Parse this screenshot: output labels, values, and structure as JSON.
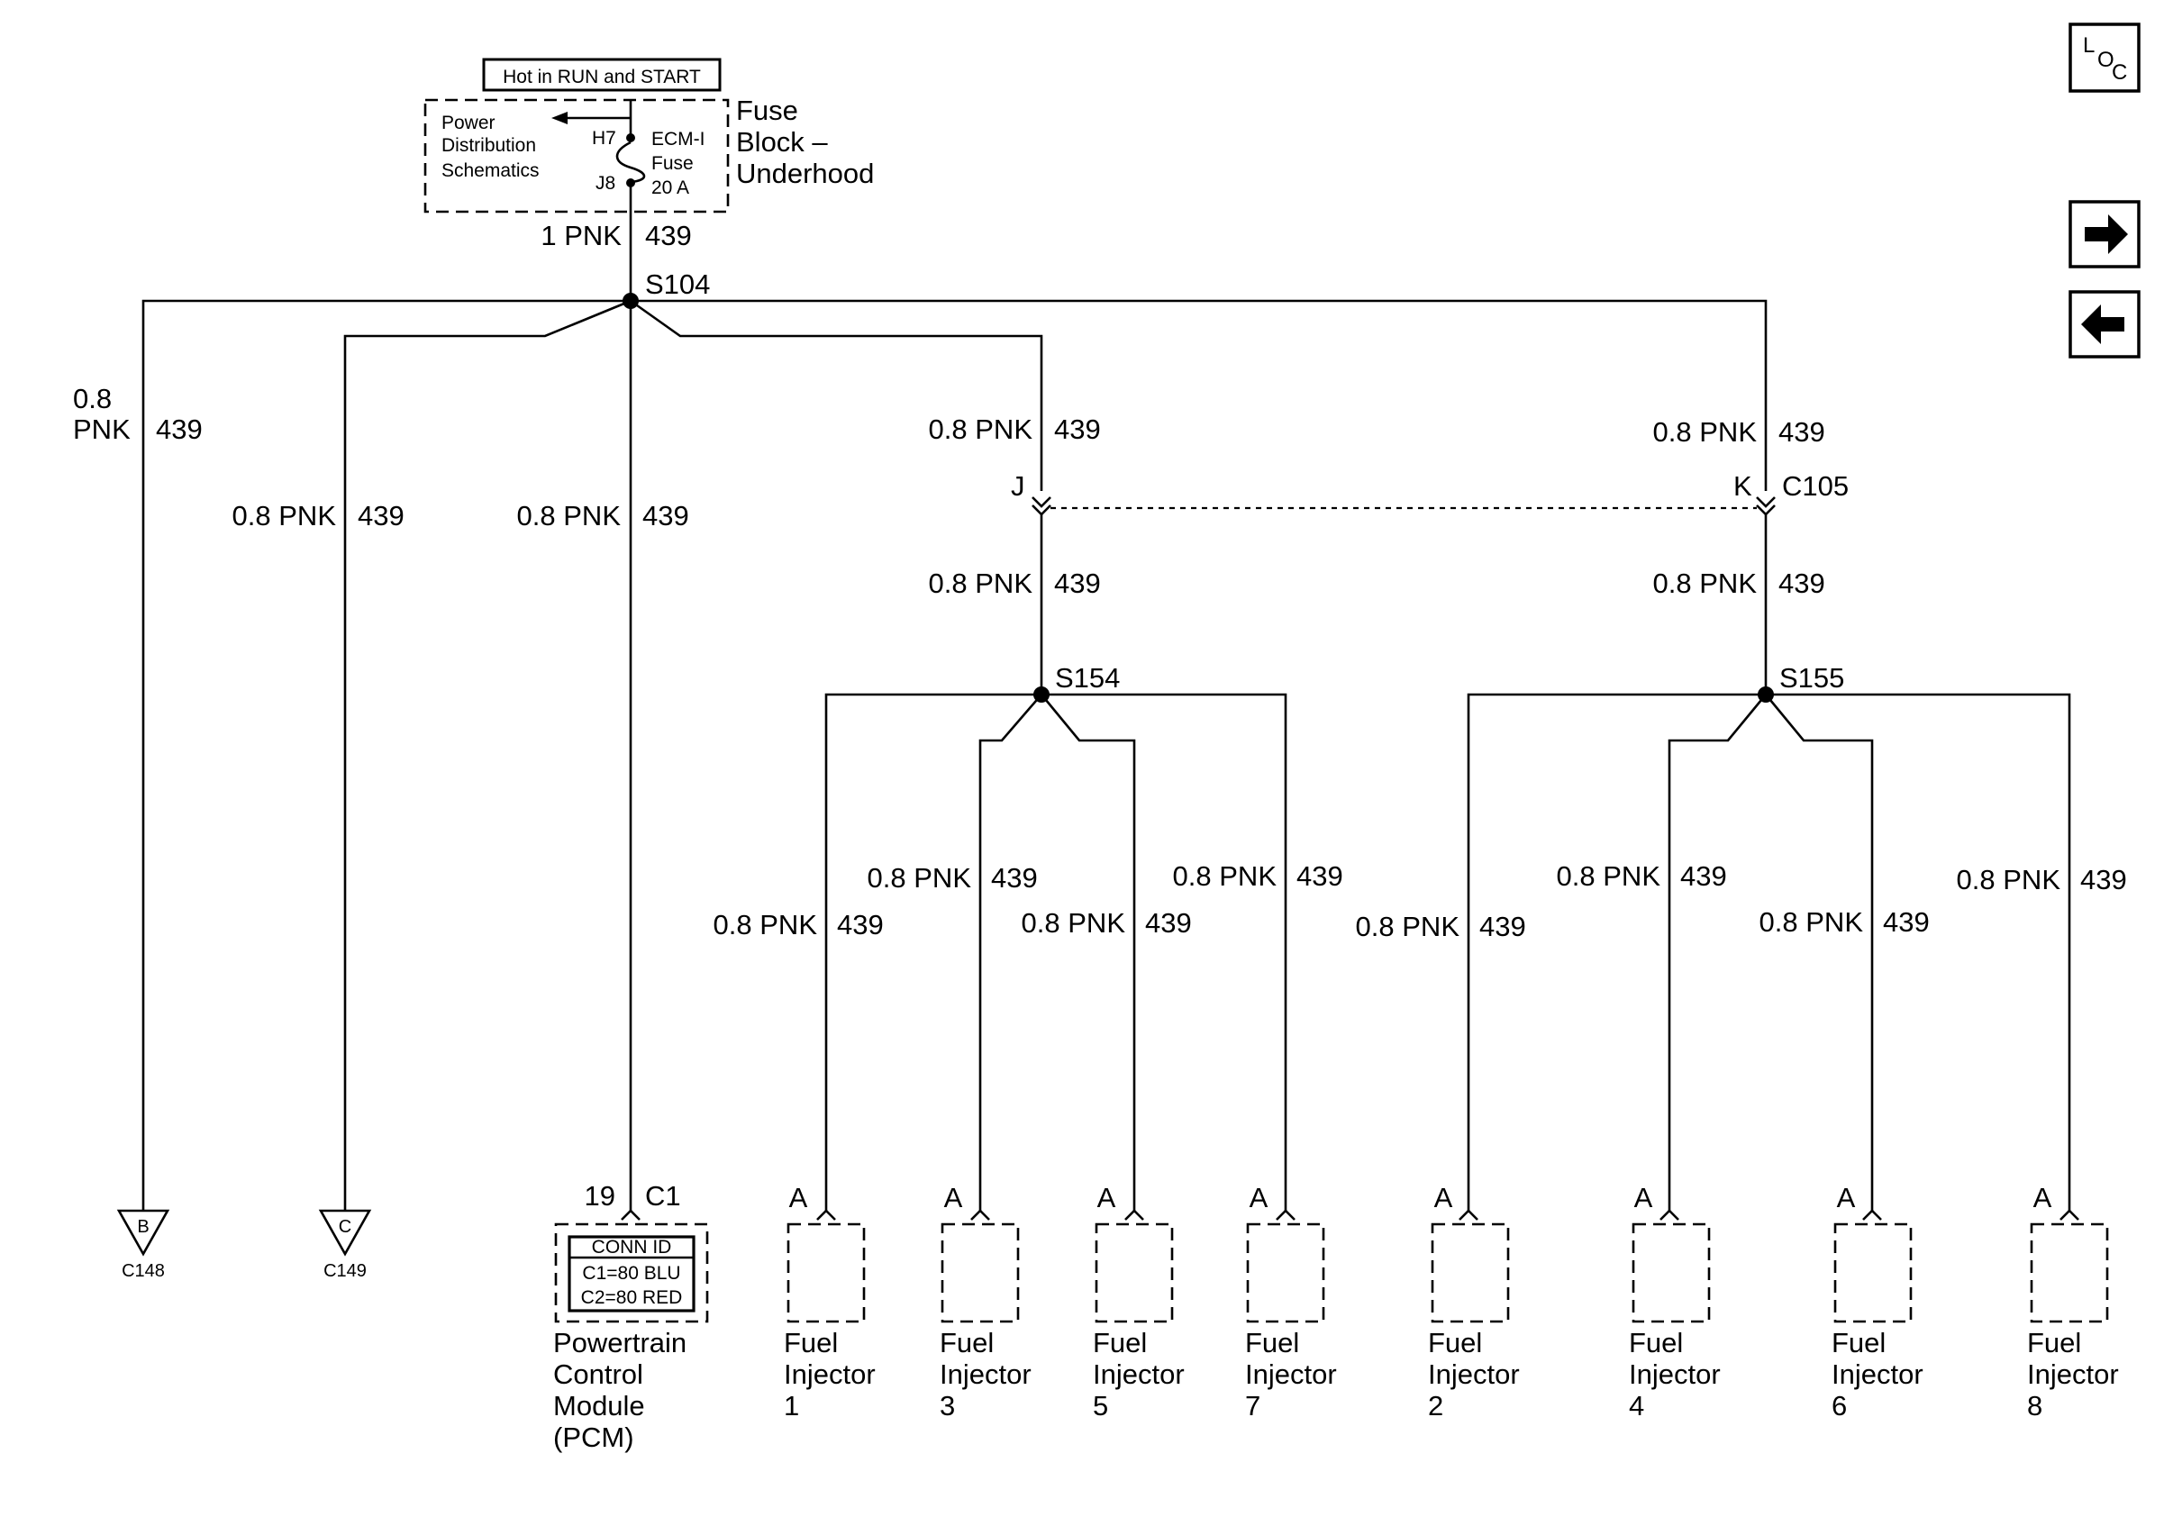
{
  "power": {
    "hot_label": "Hot in RUN and START",
    "schematic_ref": [
      "Power",
      "Distribution",
      "Schematics"
    ],
    "pin_top": "H7",
    "pin_bottom": "J8",
    "fuse_label": [
      "ECM-I",
      "Fuse",
      "20 A"
    ],
    "fuse_block_label": [
      "Fuse",
      "Block –",
      "Underhood"
    ]
  },
  "main_wire": {
    "size_color": "1 PNK",
    "circuit": "439"
  },
  "splices": {
    "s104": "S104",
    "s154": "S154",
    "s155": "S155"
  },
  "connector_c105": {
    "name": "C105",
    "pin_left": "J",
    "pin_right": "K"
  },
  "wire_labels": {
    "size_color": "0.8 PNK",
    "size": "0.8",
    "color": "PNK",
    "circuit": "439"
  },
  "grounds": [
    {
      "letter": "B",
      "connector": "C148"
    },
    {
      "letter": "C",
      "connector": "C149"
    }
  ],
  "pcm": {
    "pin": "19",
    "connector": "C1",
    "conn_id_title": "CONN ID",
    "conn_id_lines": [
      "C1=80 BLU",
      "C2=80 RED"
    ],
    "name": [
      "Powertrain",
      "Control",
      "Module",
      "(PCM)"
    ]
  },
  "injectors": [
    {
      "pin": "A",
      "name": [
        "Fuel",
        "Injector",
        "1"
      ]
    },
    {
      "pin": "A",
      "name": [
        "Fuel",
        "Injector",
        "3"
      ]
    },
    {
      "pin": "A",
      "name": [
        "Fuel",
        "Injector",
        "5"
      ]
    },
    {
      "pin": "A",
      "name": [
        "Fuel",
        "Injector",
        "7"
      ]
    },
    {
      "pin": "A",
      "name": [
        "Fuel",
        "Injector",
        "2"
      ]
    },
    {
      "pin": "A",
      "name": [
        "Fuel",
        "Injector",
        "4"
      ]
    },
    {
      "pin": "A",
      "name": [
        "Fuel",
        "Injector",
        "6"
      ]
    },
    {
      "pin": "A",
      "name": [
        "Fuel",
        "Injector",
        "8"
      ]
    }
  ],
  "nav": {
    "loc_label": [
      "L",
      "O",
      "C"
    ],
    "forward_icon": "arrow-right-icon",
    "back_icon": "arrow-left-icon"
  }
}
